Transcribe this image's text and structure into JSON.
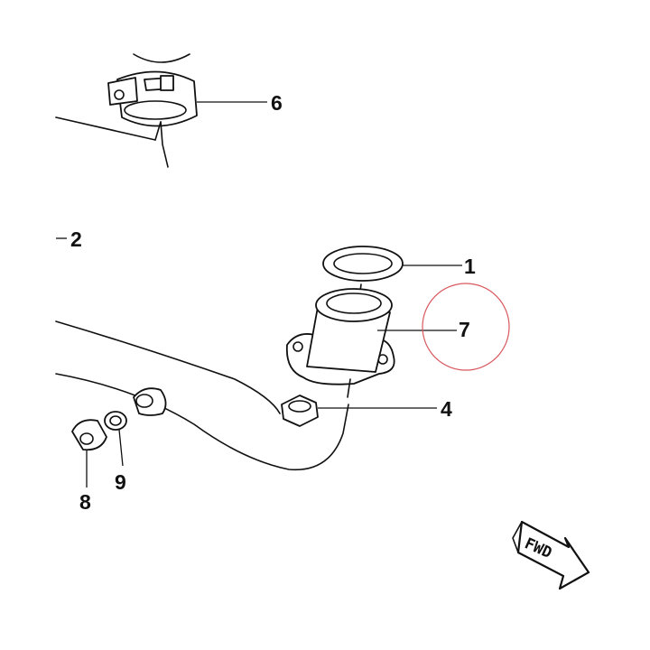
{
  "diagram": {
    "callouts": [
      {
        "id": "1",
        "label": "1"
      },
      {
        "id": "2",
        "label": "2"
      },
      {
        "id": "4",
        "label": "4"
      },
      {
        "id": "6",
        "label": "6"
      },
      {
        "id": "7",
        "label": "7"
      },
      {
        "id": "8",
        "label": "8"
      },
      {
        "id": "9",
        "label": "9"
      }
    ],
    "direction_marker": {
      "text": "FWD",
      "icon": "arrow-icon"
    },
    "highlight": {
      "target": "7",
      "color": "#d9585e"
    },
    "line_color": "#111111"
  }
}
